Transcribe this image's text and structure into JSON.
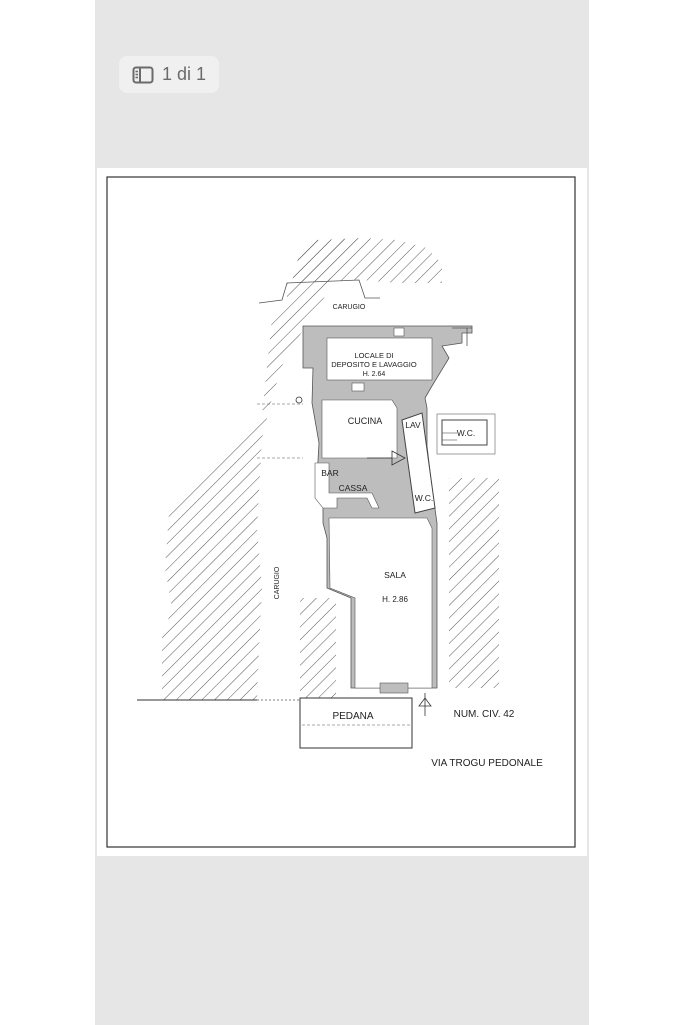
{
  "viewer": {
    "page_counter": "1 di 1",
    "icon": "sidebar-panel-icon"
  },
  "floorplan": {
    "labels": {
      "carugio_top": "CARUGIO",
      "carugio_side": "CARUGIO",
      "deposito_line1": "LOCALE DI",
      "deposito_line2": "DEPOSITO E LAVAGGIO",
      "deposito_height": "H. 2.64",
      "cucina": "CUCINA",
      "lav": "LAV",
      "wc_right": "W.C.",
      "wc_inner": "W.C.",
      "bar": "BAR",
      "cassa": "CASSA",
      "sala": "SALA",
      "sala_height": "H. 2.86",
      "pedana": "PEDANA",
      "num_civ": "NUM. CIV. 42",
      "via": "VIA TROGU PEDONALE"
    }
  }
}
